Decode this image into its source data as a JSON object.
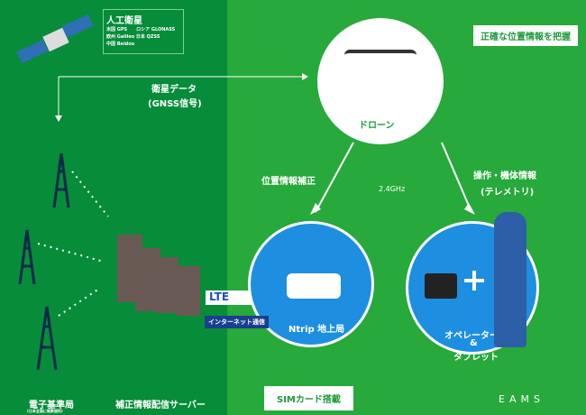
{
  "satellite": {
    "title": "人工衛星",
    "rows": [
      "米国 GPS　　ロシア GLONASS",
      "欧州 Galileo 日本 QZSS",
      "中国 Beidou"
    ]
  },
  "signal": {
    "line1": "衛星データ",
    "line2": "(GNSS信号)"
  },
  "drone": {
    "label": "ドローン",
    "callout": "正確な位置情報を把握"
  },
  "links": {
    "correction": "位置情報補正",
    "freq": "2.4GHz",
    "telemetry1": "操作・機体情報",
    "telemetry2": "(テレメトリ)"
  },
  "lte": {
    "label": "LTE",
    "sub": "インターネット通信"
  },
  "ntrip": {
    "label": "Ntrip 地上局",
    "callout": "SIMカード搭載"
  },
  "operator": {
    "line1": "オペレーター",
    "line2": "&",
    "line3": "タブレット"
  },
  "stations": {
    "label": "電子基準局",
    "sub": "(日本全国に複数個所)"
  },
  "server": {
    "label": "補正情報配信サーバー"
  },
  "logo": "EAMS"
}
